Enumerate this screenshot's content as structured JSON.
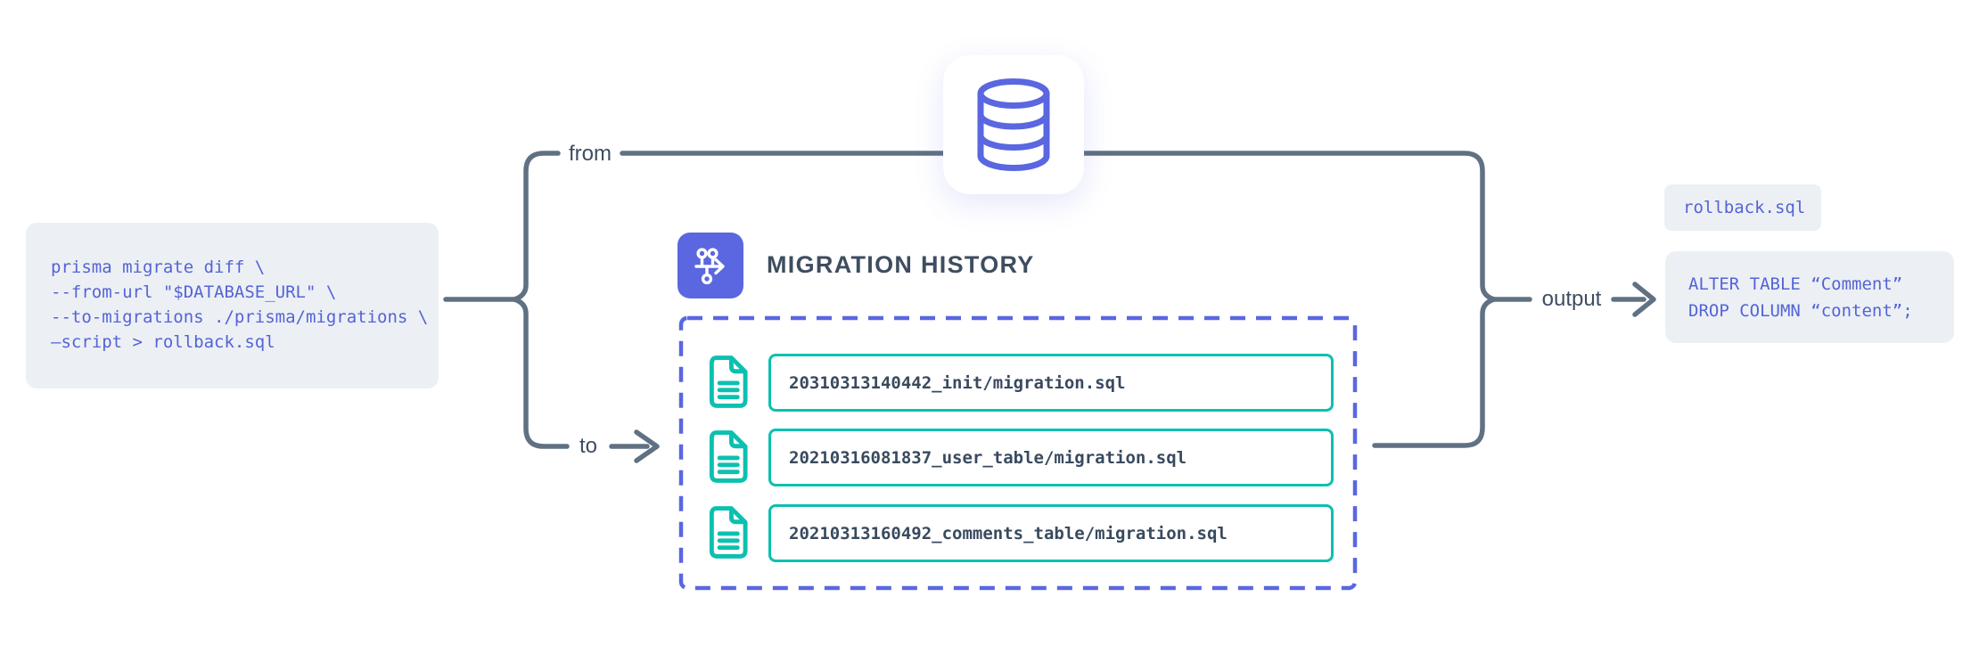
{
  "command_block": {
    "lines": [
      "prisma migrate diff \\",
      "--from-url \"$DATABASE_URL\" \\",
      "--to-migrations ./prisma/migrations \\",
      "–script > rollback.sql"
    ]
  },
  "labels": {
    "from": "from",
    "to": "to",
    "output": "output"
  },
  "migration_history": {
    "title": "MIGRATION HISTORY",
    "files": [
      "20310313140442_init/migration.sql",
      "20210316081837_user_table/migration.sql",
      "20210313160492_comments_table/migration.sql"
    ]
  },
  "output_panel": {
    "filename": "rollback.sql",
    "sql_lines": [
      "ALTER TABLE “Comment”",
      "DROP COLUMN “content”;"
    ]
  },
  "icons": {
    "database": "database-cylinder-icon",
    "migration_history": "git-graph-arrow-icon",
    "migration_file": "sql-document-icon"
  },
  "colors": {
    "indigo_accent": "#5A67E0",
    "teal_accent": "#0CC0B0",
    "connector_gray": "#5F7183",
    "code_text_indigo": "#5463D6",
    "panel_background": "#ECF0F4",
    "heading_slate": "#3F4D60",
    "filename_slate": "#394A5E"
  }
}
